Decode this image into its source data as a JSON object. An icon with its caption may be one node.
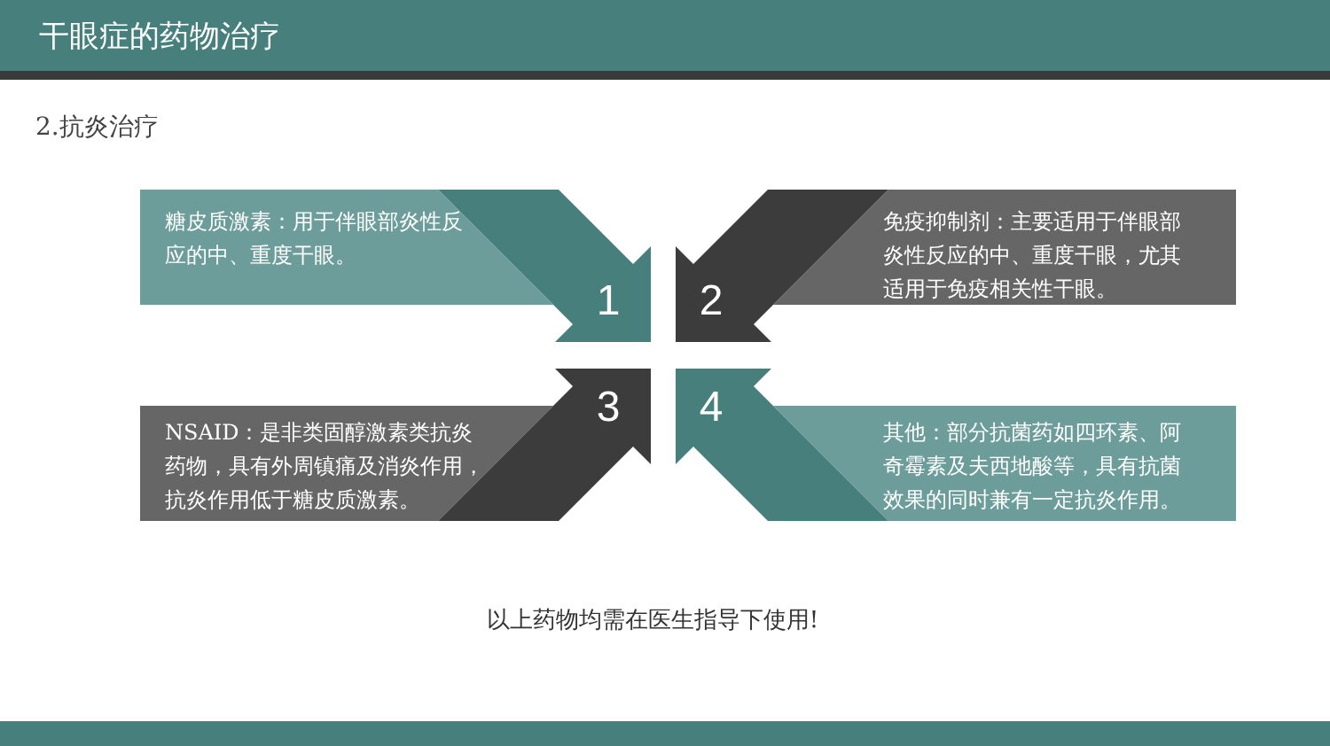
{
  "diagram": {
    "title": "干眼症的药物治疗",
    "nodes": [
      {
        "text": [
          "糖皮质激素：用于伴眼部炎性反应的中、重度干眼。",
          "1"
        ]
      },
      {
        "text": [
          "免疫抑制剂：主要适用于伴眼部炎性反应的中、重度干眼，尤其适用于免疫相关性干眼。",
          "2"
        ]
      },
      {
        "text": [
          "NSAID：是非类固醇激素类抗炎药物，具有外周镇痛及消炎作用，抗炎作用低于糖皮质激素。",
          "3"
        ]
      },
      {
        "text": [
          "其他：部分抗菌药如四环素、阿奇霉素及夫西地酸等，具有抗菌效果的同时兼有一定抗炎作用。",
          "4"
        ]
      }
    ],
    "labels": [
      "2.抗炎治疗",
      "以上药物均需在医生指导下使用!"
    ]
  }
}
